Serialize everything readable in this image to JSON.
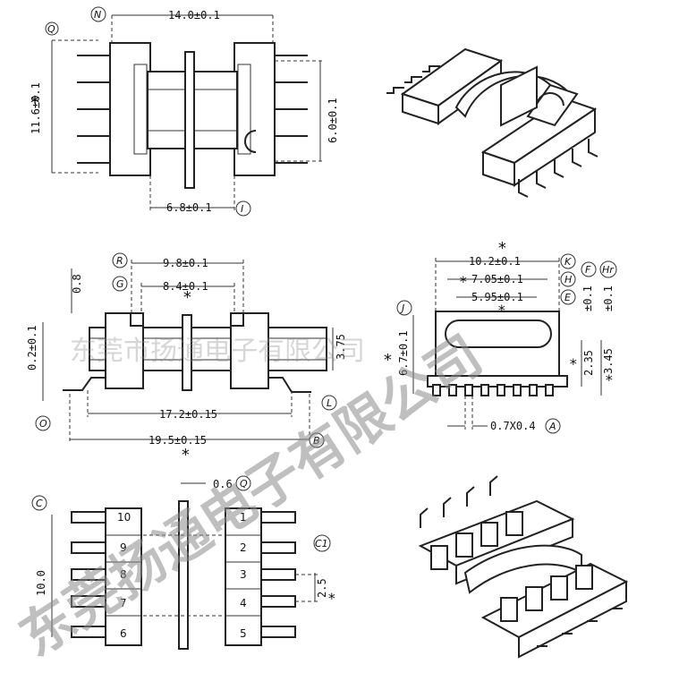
{
  "dimensions": {
    "top_width": "14.0±0.1",
    "top_height": "11.6±0.1",
    "top_right_height": "6.0±0.1",
    "top_inner_width": "6.8±0.1",
    "side_r": "9.8±0.1",
    "side_g": "8.4±0.1",
    "side_08": "0.8",
    "side_left_height": "0.2±0.1",
    "side_right_height": "3.75",
    "side_172": "17.2±0.15",
    "side_195": "19.5±0.15",
    "front_k": "10.2±0.1",
    "front_h": "7.05±0.1",
    "front_e": "5.95±0.1",
    "front_f": "±0.1",
    "front_hr": "±0.1",
    "front_height": "6.7±0.1",
    "front_235": "2.35",
    "front_345": "3.45",
    "front_pin": "0.7X0.4",
    "bottom_10": "10.0",
    "bottom_pitch": "2.5",
    "bottom_flange": "0.6"
  },
  "labels": {
    "N": "N",
    "Q": "Q",
    "I": "I",
    "R": "R",
    "G": "G",
    "J": "J",
    "O": "O",
    "L": "L",
    "B": "B",
    "K": "K",
    "H": "H",
    "E": "E",
    "F": "F",
    "Hr": "Hr",
    "A": "A",
    "C": "C",
    "C1": "C1",
    "Qb": "Q",
    "star": "*"
  },
  "pins": {
    "left": [
      "10",
      "9",
      "8",
      "7",
      "6"
    ],
    "right": [
      "1",
      "2",
      "3",
      "4",
      "5"
    ]
  },
  "watermark": {
    "horizontal": "东莞市扬通电子有限公司",
    "diagonal": "东莞扬通电子有限公司"
  }
}
